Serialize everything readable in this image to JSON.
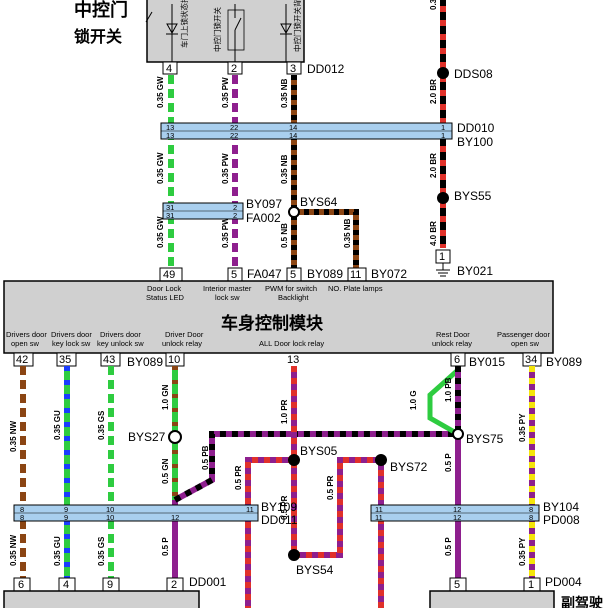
{
  "diagram": {
    "top_switch": {
      "title_line1": "中控门",
      "title_line2": "锁开关",
      "inner_label_1": "车门上锁状态指示灯",
      "inner_label_2": "中控门锁开关",
      "inner_label_3": "中控门锁开关背光灯",
      "pins": [
        "4",
        "2",
        "3"
      ],
      "connector": "DD012"
    },
    "wires_top": {
      "w1": "0.35 GW",
      "w2": "0.35 PW",
      "w3": "0.35 NB",
      "w4": "0.35 GW",
      "w5": "0.35 PW",
      "w6": "0.35 NB",
      "w7": "0.35 GW",
      "w8": "0.35 PW",
      "w9": "0.5 NB",
      "w10": "0.35 NB",
      "r1": "0.3",
      "r2": "2.0 BR",
      "r3": "2.0 BR",
      "r4": "4.0 BR"
    },
    "splices_top": {
      "dds08": "DDS08",
      "bys55": "BYS55",
      "bys64": "BYS64"
    },
    "inline1": {
      "left_pins_top": [
        "13",
        "22",
        "14",
        "1"
      ],
      "left_pins_bottom": [
        "13",
        "22",
        "14",
        "1"
      ],
      "label_a": "DD010",
      "label_b": "BY100"
    },
    "inline2": {
      "pins_top": [
        "31",
        "2"
      ],
      "pins_bottom": [
        "31",
        "2"
      ],
      "label_a": "BY097",
      "label_b": "FA002"
    },
    "bcm_top_pins": {
      "p49": "49",
      "p5a": "5",
      "fa047": "FA047",
      "p5b": "5",
      "by089": "BY089",
      "p11": "11",
      "by072": "BY072",
      "p1": "1",
      "by021": "BY021"
    },
    "bcm": {
      "title": "车身控制模块",
      "top_labels": [
        "Door Lock",
        "Status LED",
        "Interior master",
        "lock sw",
        "PWM for switch",
        "Backlight",
        "NO. Plate lamps"
      ],
      "bottom_labels": {
        "l1": "Drivers door",
        "l1b": "open sw",
        "l2": "Drivers door",
        "l2b": "key lock sw",
        "l3": "Drivers door",
        "l3b": "key unlock sw",
        "l4": "Driver Door",
        "l4b": "unlock relay",
        "l5": "ALL Door lock relay",
        "l6": "Rest Door",
        "l6b": "unlock relay",
        "l7": "Passenger door",
        "l7b": "open sw"
      },
      "bottom_pins": [
        "42",
        "35",
        "43",
        "10",
        "13",
        "6",
        "34"
      ],
      "conn_a": "BY089",
      "conn_b": "BY015",
      "conn_c": "BY089"
    },
    "wires_bottom": {
      "w1": "0.35 NW",
      "w2": "0.35 GU",
      "w3": "0.35 GS",
      "w4": "1.0 GN",
      "w5": "1.0 PR",
      "w6": "1.0 G",
      "w7": "1.0 PB",
      "w8": "0.35 PY",
      "w9": "0.5 GN",
      "w10": "0.5 PB",
      "w11": "0.5 PR",
      "w12": "0.5 PR",
      "w13": "0.5 PR",
      "w14": "0.5 P",
      "w15": "0.35 NW",
      "w16": "0.35 GU",
      "w17": "0.35 GS",
      "w18": "0.5 P",
      "w19": "0.5 P",
      "w20": "0.35 PY"
    },
    "splices_bottom": {
      "bys27": "BYS27",
      "bys05": "BYS05",
      "bys72": "BYS72",
      "bys75": "BYS75",
      "bys54": "BYS54"
    },
    "inline3": {
      "pins_top": [
        "8",
        "9",
        "10",
        "11",
        "11",
        "12",
        "8"
      ],
      "pins_bottom": [
        "8",
        "9",
        "10",
        "12",
        "11",
        "12",
        "8"
      ],
      "label_a": "BY109",
      "label_b": "DD011",
      "label_c": "BY104",
      "label_d": "PD008"
    },
    "bottom_conn": {
      "pins_left": [
        "6",
        "4",
        "9",
        "2"
      ],
      "conn_left": "DD001",
      "pins_right": [
        "5",
        "1"
      ],
      "conn_right": "PD004",
      "partial_text": "副驾驶"
    }
  }
}
